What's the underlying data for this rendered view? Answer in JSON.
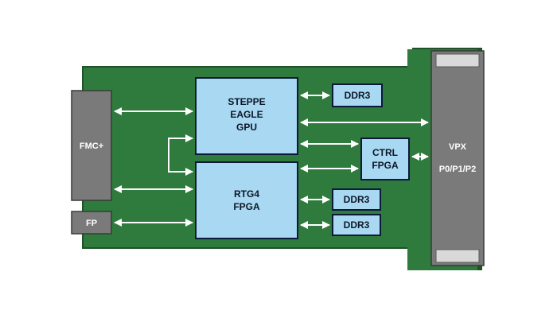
{
  "blocks": {
    "fmc": "FMC+",
    "fp": "FP",
    "gpu": [
      "STEPPE",
      "EAGLE",
      "GPU"
    ],
    "rtg4": [
      "RTG4",
      "FPGA"
    ],
    "ctrl": [
      "CTRL",
      "FPGA"
    ],
    "ddr3_top": "DDR3",
    "ddr3_mid": "DDR3",
    "ddr3_bot": "DDR3",
    "vpx": [
      "VPX",
      "P0/P1/P2"
    ]
  },
  "colors": {
    "board": "#2f7a3d",
    "board_shadow": "#1e5227",
    "chip": "#a9d8f2",
    "chip_border": "#0b1a38",
    "connector": "#7a7a7a",
    "connector_dark": "#595959",
    "arrow": "#ffffff"
  }
}
